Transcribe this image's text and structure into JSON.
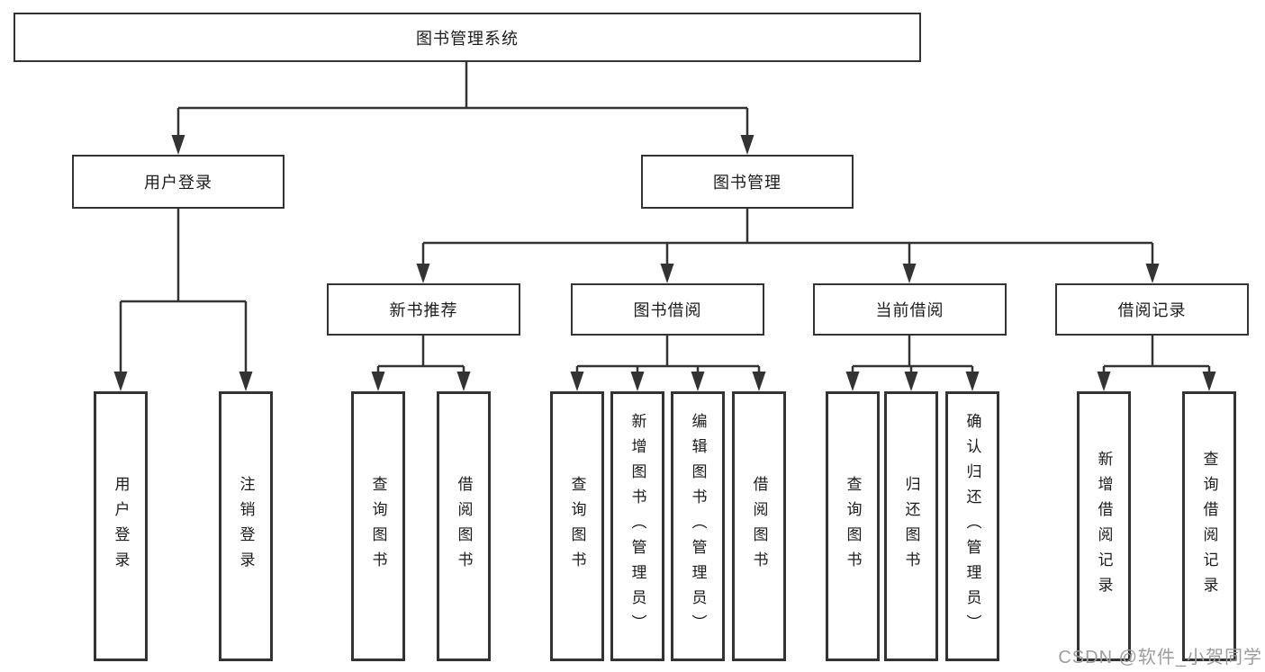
{
  "colors": {
    "background": "#ffffff",
    "line": "#333333",
    "box_border": "#333333",
    "text": "#1c1c1c",
    "watermark": "#9c9c9c"
  },
  "watermark": {
    "text": "CSDN @软件_小贺同学"
  },
  "tree": {
    "root": {
      "label": "图书管理系统",
      "children": [
        {
          "label": "用户登录",
          "children": [
            {
              "label": "用户登录"
            },
            {
              "label": "注销登录"
            }
          ]
        },
        {
          "label": "图书管理",
          "children": [
            {
              "label": "新书推荐",
              "children": [
                {
                  "label": "查询图书"
                },
                {
                  "label": "借阅图书"
                }
              ]
            },
            {
              "label": "图书借阅",
              "children": [
                {
                  "label": "查询图书"
                },
                {
                  "label": "新增图书（管理员）"
                },
                {
                  "label": "编辑图书（管理员）"
                },
                {
                  "label": "借阅图书"
                }
              ]
            },
            {
              "label": "当前借阅",
              "children": [
                {
                  "label": "查询图书"
                },
                {
                  "label": "归还图书"
                },
                {
                  "label": "确认归还（管理员）"
                }
              ]
            },
            {
              "label": "借阅记录",
              "children": [
                {
                  "label": "新增借阅记录"
                },
                {
                  "label": "查询借阅记录"
                }
              ]
            }
          ]
        }
      ]
    }
  }
}
